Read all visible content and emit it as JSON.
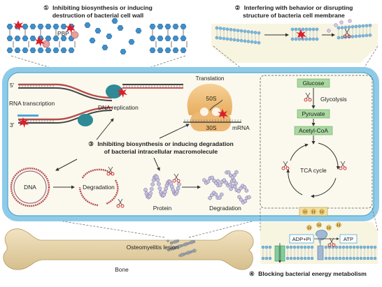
{
  "panel1": {
    "num": "①",
    "title_line1": "Inhibiting biosynthesis or inducing",
    "title_line2": "destruction of bacterial cell wall",
    "pbp_label": "PBP"
  },
  "panel2": {
    "num": "②",
    "title_line1": "Interfering with behavior or disrupting",
    "title_line2": "structure of bacteria cell membrane"
  },
  "panel3": {
    "num": "③",
    "title_line1": "Inhibiting biosynthesis or inducing degradation",
    "title_line2": "of bacterial intracellular macromolecule",
    "five_prime": "5'",
    "three_prime": "3'",
    "rna_transcription": "RNA transcription",
    "dna_replication": "DNA replication",
    "translation": "Translation",
    "ribosome_large": "50S",
    "ribosome_small": "30S",
    "mrna": "mRNA",
    "dna": "DNA",
    "degradation_dna": "Degradation",
    "protein": "Protein",
    "degradation_protein": "Degradation"
  },
  "panel4": {
    "num": "④",
    "title": "Blocking bacterial energy metabolism",
    "glucose": "Glucose",
    "glycolysis": "Glycolysis",
    "pyruvate": "Pyruvate",
    "acetyl_coa": "Acetyl-CoA",
    "tca_cycle": "TCA cycle",
    "proton": "H",
    "adp_pi": "ADP+Pi",
    "atp": "ATP"
  },
  "bone": {
    "lesion_label": "Osteomyelitis lesion",
    "bone_label": "Bone"
  },
  "colors": {
    "cyan_frame": "#4aa9d6",
    "cell_fill": "#fbf9ee",
    "wall_blue": "#3f8fc9",
    "protein_fill": "#c8c3dd",
    "green_box": "#a9d9a0",
    "red_star": "#d8202b"
  }
}
